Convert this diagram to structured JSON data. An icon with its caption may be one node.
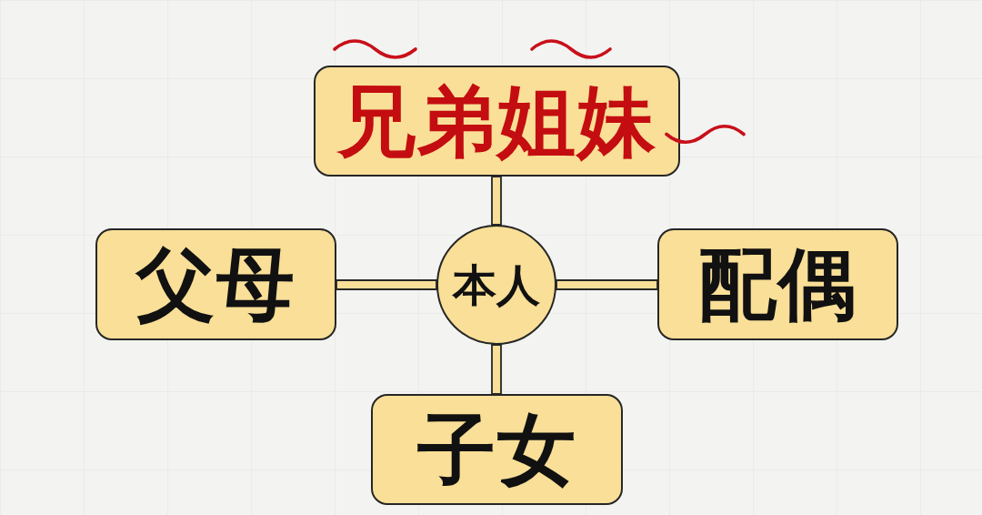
{
  "diagram": {
    "nodes": [
      {
        "text": [
          "兄弟姐妹"
        ]
      },
      {
        "text": [
          "父母"
        ]
      },
      {
        "text": [
          "本人"
        ]
      },
      {
        "text": [
          "配偶"
        ]
      },
      {
        "text": [
          "子女"
        ]
      }
    ],
    "edges": [
      {
        "from": 2,
        "to": 0,
        "arrow": "none"
      },
      {
        "from": 2,
        "to": 1,
        "arrow": "none"
      },
      {
        "from": 2,
        "to": 3,
        "arrow": "none"
      },
      {
        "from": 2,
        "to": 4,
        "arrow": "none"
      }
    ]
  }
}
